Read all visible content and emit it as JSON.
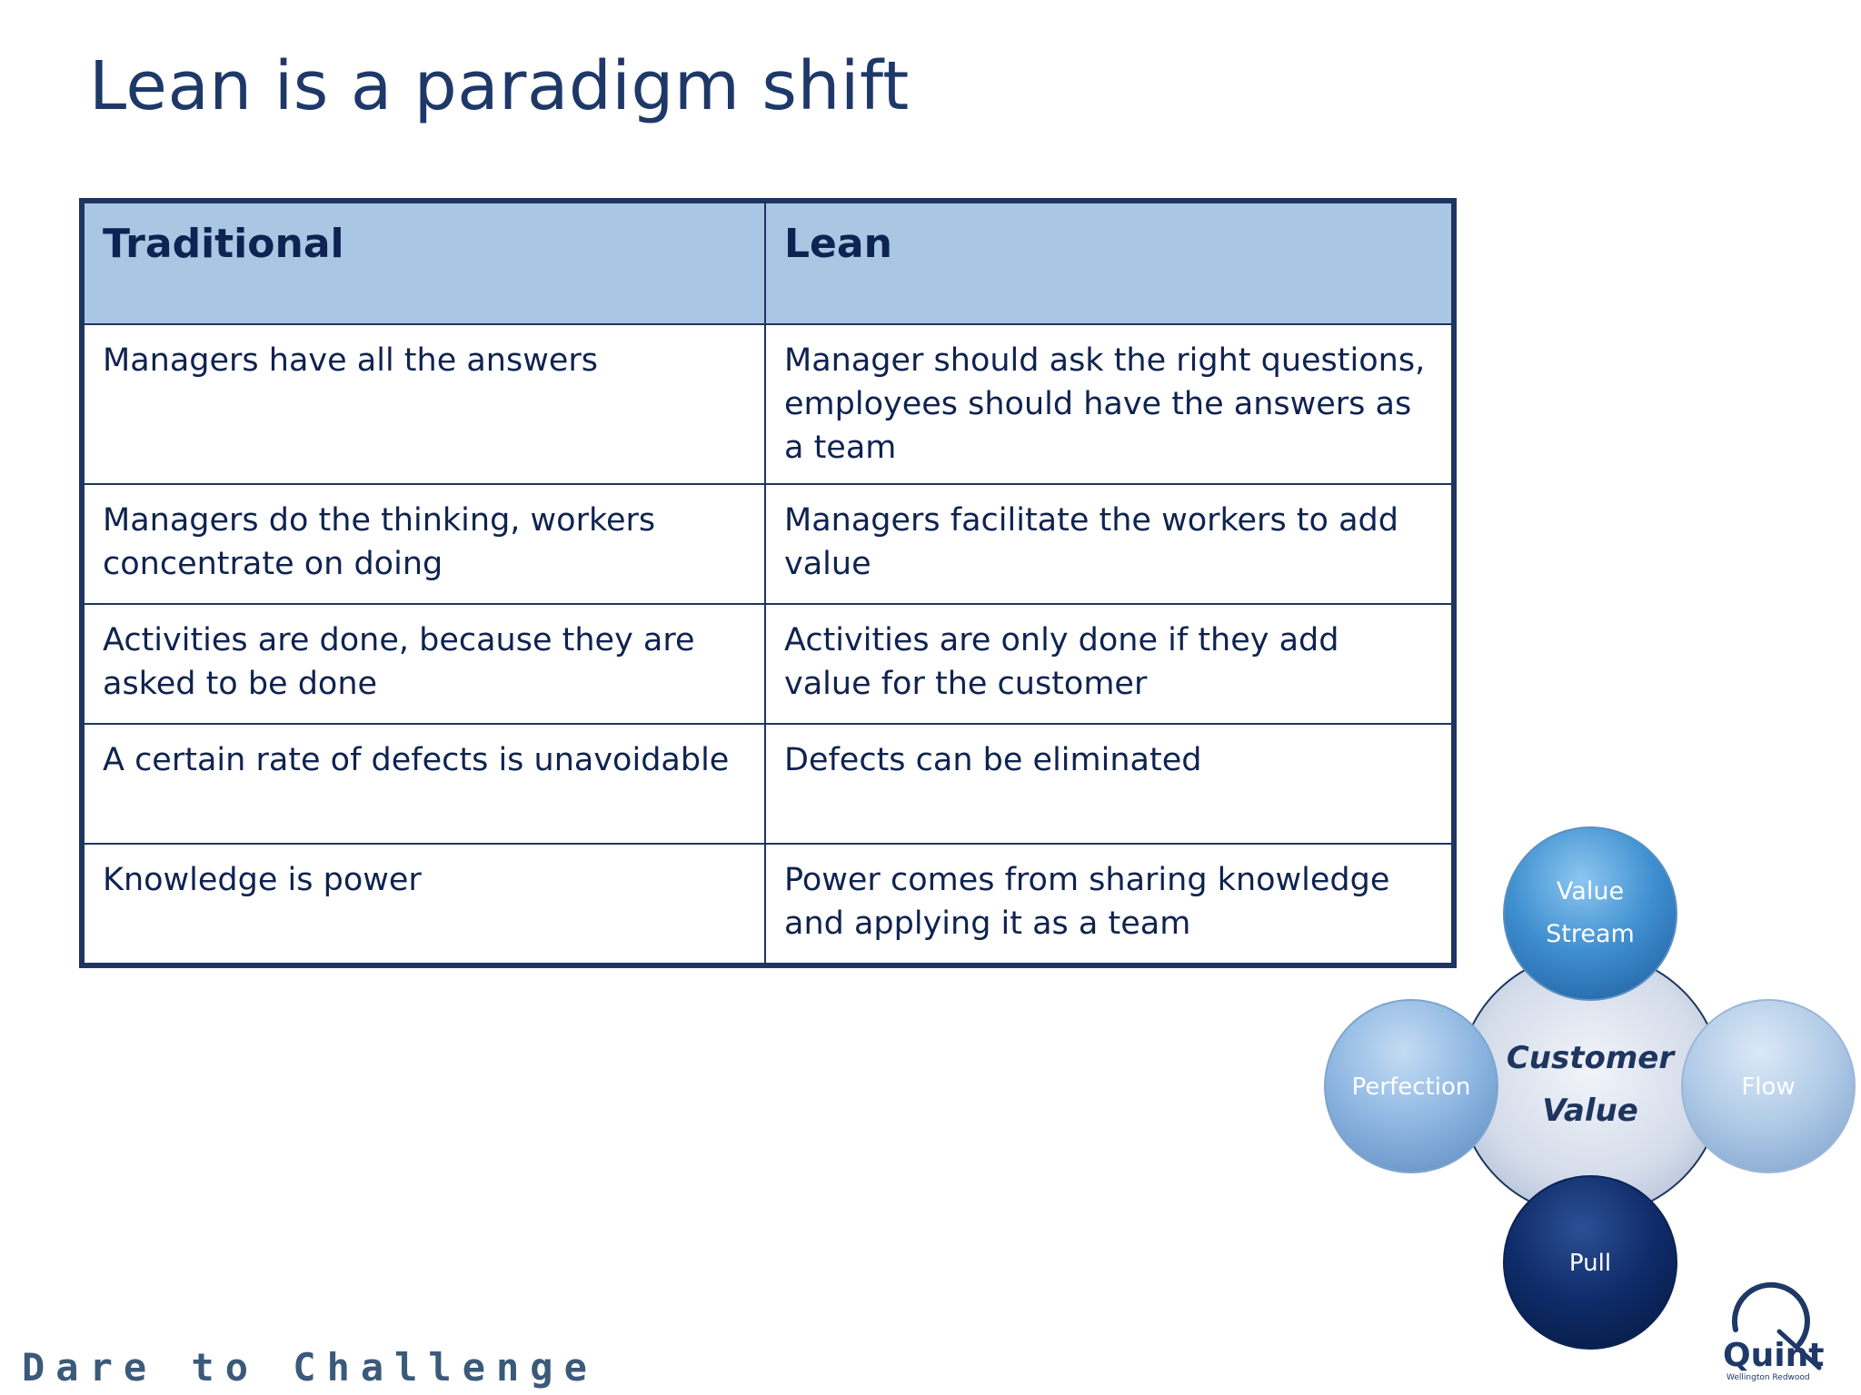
{
  "title": "Lean is a paradigm shift",
  "table": {
    "headers": [
      "Traditional",
      "Lean"
    ],
    "rows": [
      [
        "Managers have all the answers",
        "Manager should ask the right questions, employees should have the answers as a team"
      ],
      [
        "Managers do the thinking, workers concentrate on doing",
        "Managers facilitate the workers to add value"
      ],
      [
        "Activities are done, because they are asked to be done",
        "Activities are only done if they add value for the customer"
      ],
      [
        "A certain rate of defects is unavoidable",
        "Defects can be eliminated"
      ],
      [
        "Knowledge is power",
        "Power comes from sharing knowledge and applying it as a team"
      ]
    ]
  },
  "diagram": {
    "center_line1": "Customer",
    "center_line2": "Value",
    "top_line1": "Value",
    "top_line2": "Stream",
    "left": "Perfection",
    "right": "Flow",
    "bottom": "Pull"
  },
  "footer": {
    "tagline": "Dare to Challenge",
    "logo_name": "Quint",
    "logo_sub": "Wellington Redwood"
  },
  "colors": {
    "title": "#1e3868",
    "header_fill": "#a9c6e3",
    "border": "#1e3560",
    "pull_circle": "#0d2a66"
  }
}
